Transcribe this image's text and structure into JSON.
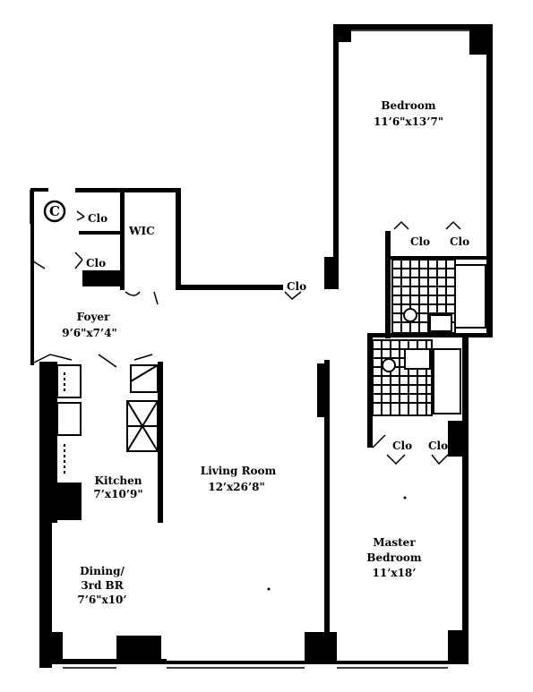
{
  "colors": {
    "wall": "#000000",
    "background": "#ffffff"
  },
  "rooms": {
    "bedroom": {
      "name": "Bedroom",
      "size": "11’6\"x13’7\""
    },
    "master_bedroom": {
      "name_line1": "Master",
      "name_line2": "Bedroom",
      "size": "11’x18’"
    },
    "living_room": {
      "name": "Living Room",
      "size": "12’x26’8\""
    },
    "kitchen": {
      "name": "Kitchen",
      "size": "7’x10’9\""
    },
    "dining": {
      "name_line1": "Dining/",
      "name_line2": "3rd BR",
      "size": "7’6\"x10’"
    },
    "foyer": {
      "name": "Foyer",
      "size": "9’6\"x7’4\""
    }
  },
  "closets": {
    "foyer_closet_1": "Clo",
    "foyer_closet_2": "Clo",
    "wic": "WIC",
    "living_closet": "Clo",
    "bedroom_closet_1": "Clo",
    "bedroom_closet_2": "Clo",
    "master_closet_1": "Clo",
    "master_closet_2": "Clo"
  },
  "unit_mark": "C"
}
